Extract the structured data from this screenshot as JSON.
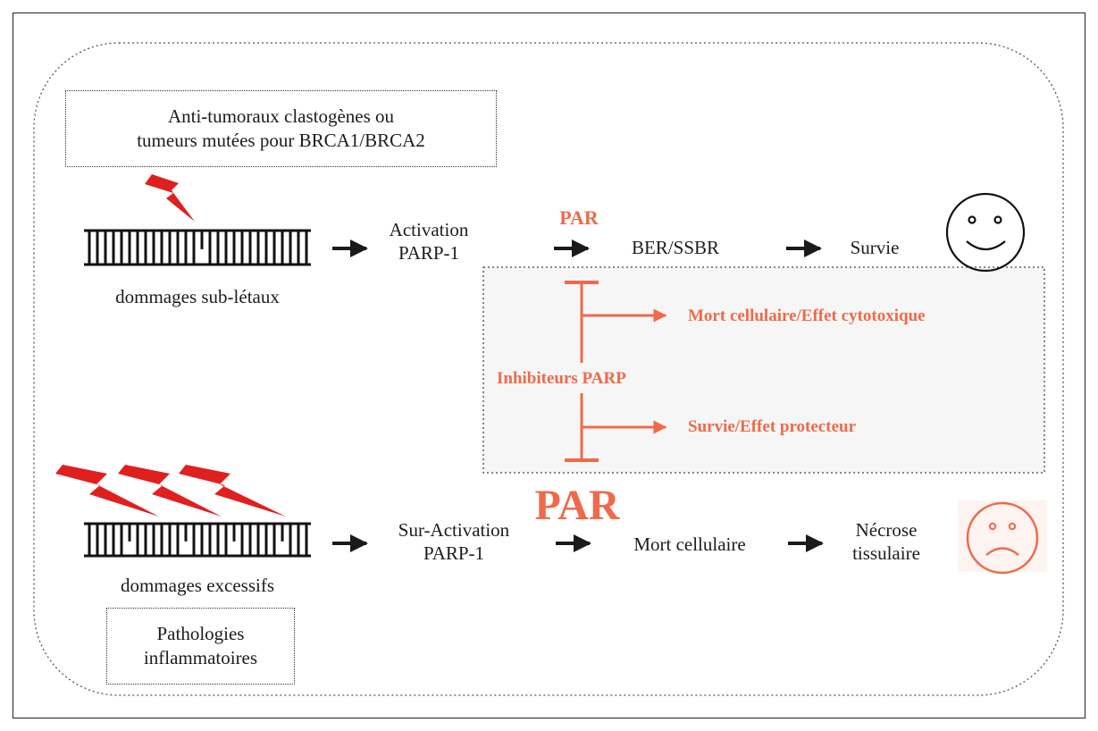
{
  "source_box": {
    "line1": "Anti-tumoraux clastogènes ou",
    "line2": "tumeurs mutées pour BRCA1/BRCA2"
  },
  "pathology_box": {
    "line1": "Pathologies",
    "line2": "inflammatoires"
  },
  "top_row": {
    "damage_label": "dommages sub-létaux",
    "activation_line1": "Activation",
    "activation_line2": "PARP-1",
    "par_label": "PAR",
    "repair": "BER/SSBR",
    "outcome": "Survie"
  },
  "inhibitor_panel": {
    "inhibitor_label": "Inhibiteurs PARP",
    "effect_death": "Mort cellulaire/Effet cytotoxique",
    "effect_survival": "Survie/Effet protecteur"
  },
  "bottom_row": {
    "damage_label": "dommages excessifs",
    "par_label": "PAR",
    "activation_line1": "Sur-Activation",
    "activation_line2": "PARP-1",
    "death": "Mort cellulaire",
    "outcome_line1": "Nécrose",
    "outcome_line2": "tissulaire"
  },
  "colors": {
    "accent_red": "#ee6a4a",
    "lightning_red": "#e01f1f",
    "ink": "#1c1c1c",
    "panel_bg": "#f6f6f6"
  },
  "icons": [
    "lightning-bolt-icon",
    "dna-strand-icon",
    "happy-face-icon",
    "sad-face-icon"
  ]
}
